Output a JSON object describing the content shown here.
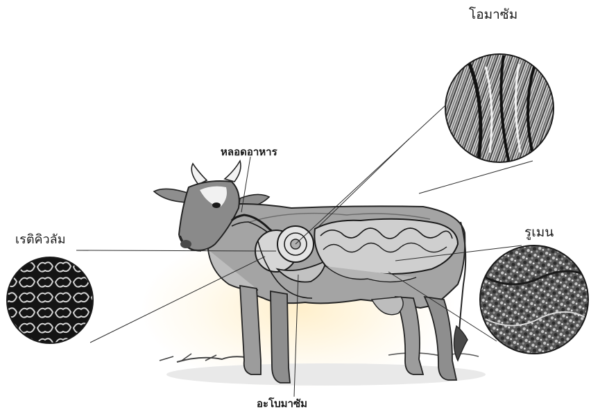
{
  "labels": {
    "omasum": "โอมาซัม",
    "esophagus": "หลอดอาหาร",
    "reticulum": "เรติคิวลัม",
    "rumen": "รูเมน",
    "abomasum": "อะโบมาซัม"
  },
  "colors": {
    "background": "#ffffff",
    "ink": "#1a1a1a",
    "cow_body": "#9a9a9a",
    "organ_light": "#d8d8d8",
    "watermark": "#ffd678"
  }
}
